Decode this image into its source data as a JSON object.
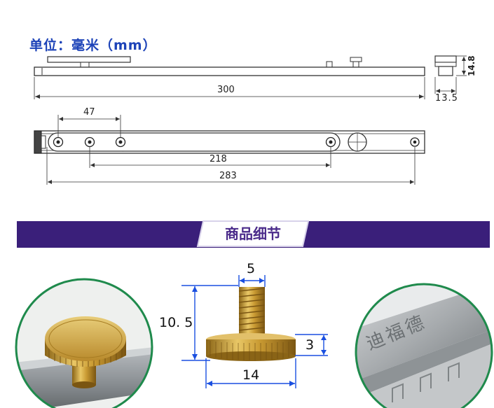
{
  "diagram": {
    "unit_label": "单位：毫米（mm）",
    "top_view": {
      "length": "300",
      "end_height": "14.8",
      "end_width": "13.5"
    },
    "side_view": {
      "hole_spacing": "47",
      "arm_length": "218",
      "track_length": "283"
    },
    "section_title": "商品细节",
    "screw": {
      "thread_diameter": "5",
      "total_height": "10. 5",
      "head_height": "3",
      "head_diameter": "14"
    },
    "stamp_text": "迪福德",
    "colors": {
      "banner": "#3a1f7a",
      "circle_border": "#1f8a4c",
      "dimension_line": "#1a4fe0",
      "unit_label": "#1d43b8",
      "brass": "#c9a23a"
    }
  }
}
